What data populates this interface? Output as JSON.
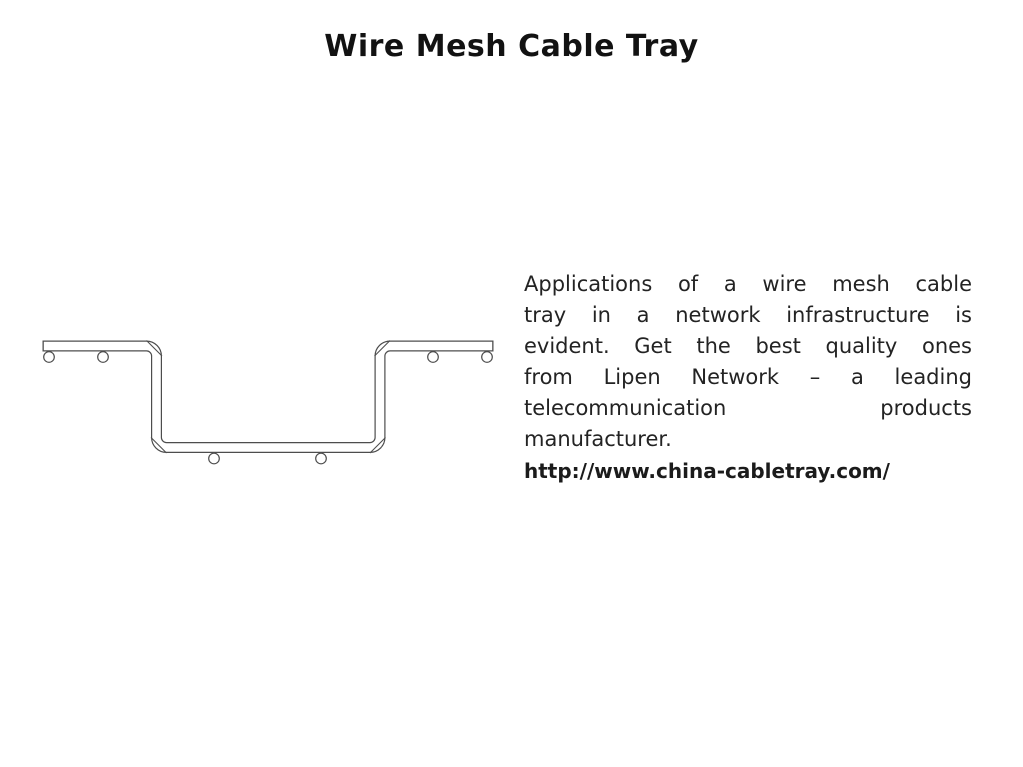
{
  "slide": {
    "title": "Wire Mesh Cable Tray"
  },
  "body": {
    "lines": [
      "Applications of a wire mesh cable",
      "tray in a network infrastructure is",
      "evident. Get the best quality ones",
      "from Lipen Network – a leading",
      "telecommunication products",
      "manufacturer."
    ],
    "url": "http://www.china-cabletray.com/"
  },
  "diagram": {
    "label": "wire-mesh-cable-tray-cross-section",
    "stroke_color": "#4d4d4d",
    "fill_color": "#ffffff",
    "wire_count": 6
  },
  "colors": {
    "background": "#ffffff",
    "title_text": "#121212",
    "body_text": "#232323"
  }
}
